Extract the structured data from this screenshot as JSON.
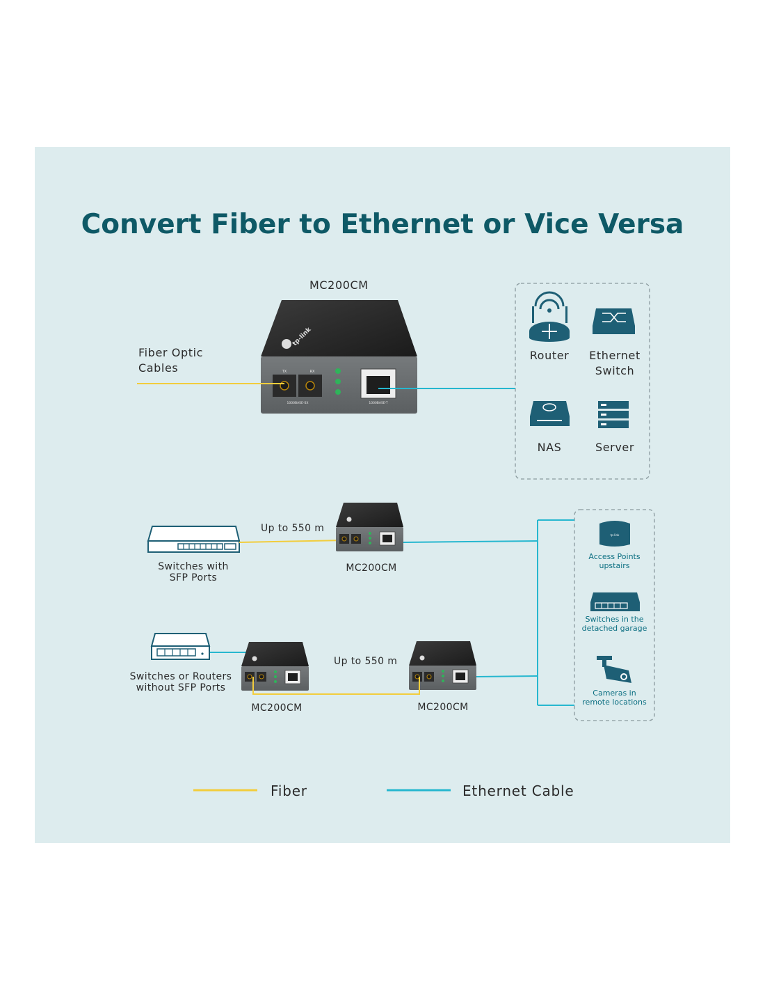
{
  "title": "Convert Fiber to Ethernet or Vice Versa",
  "top": {
    "device_label": "MC200CM",
    "fiber_label": "Fiber Optic\nCables",
    "panel_tx": "TX",
    "panel_rx": "RX",
    "panel_port_fiber": "1000BASE-SX",
    "panel_port_copper": "1000BASE-T",
    "brand": "tp-link",
    "devices": [
      {
        "icon": "router-icon",
        "label": "Router"
      },
      {
        "icon": "ethernet-switch-icon",
        "label": "Ethernet\nSwitch"
      },
      {
        "icon": "nas-icon",
        "label": "NAS"
      },
      {
        "icon": "server-icon",
        "label": "Server"
      }
    ]
  },
  "scenario1": {
    "source_label": "Switches with\nSFP Ports",
    "distance": "Up to 550 m",
    "device_label": "MC200CM"
  },
  "scenario2": {
    "source_label": "Switches or Routers\nwithout SFP Ports",
    "distance": "Up to 550 m",
    "device_left_label": "MC200CM",
    "device_right_label": "MC200CM"
  },
  "destinations": [
    {
      "icon": "access-point-icon",
      "label": "Access Points\nupstairs"
    },
    {
      "icon": "switch-icon",
      "label": "Switches in the\ndetached garage"
    },
    {
      "icon": "camera-icon",
      "label": "Cameras in\nremote locations"
    }
  ],
  "legend": {
    "fiber": "Fiber",
    "ethernet": "Ethernet Cable"
  },
  "colors": {
    "fiber": "#f2cd3c",
    "ethernet": "#26b7cf",
    "title": "#0e5966",
    "icon": "#1e5f75",
    "background": "#ddecee"
  }
}
